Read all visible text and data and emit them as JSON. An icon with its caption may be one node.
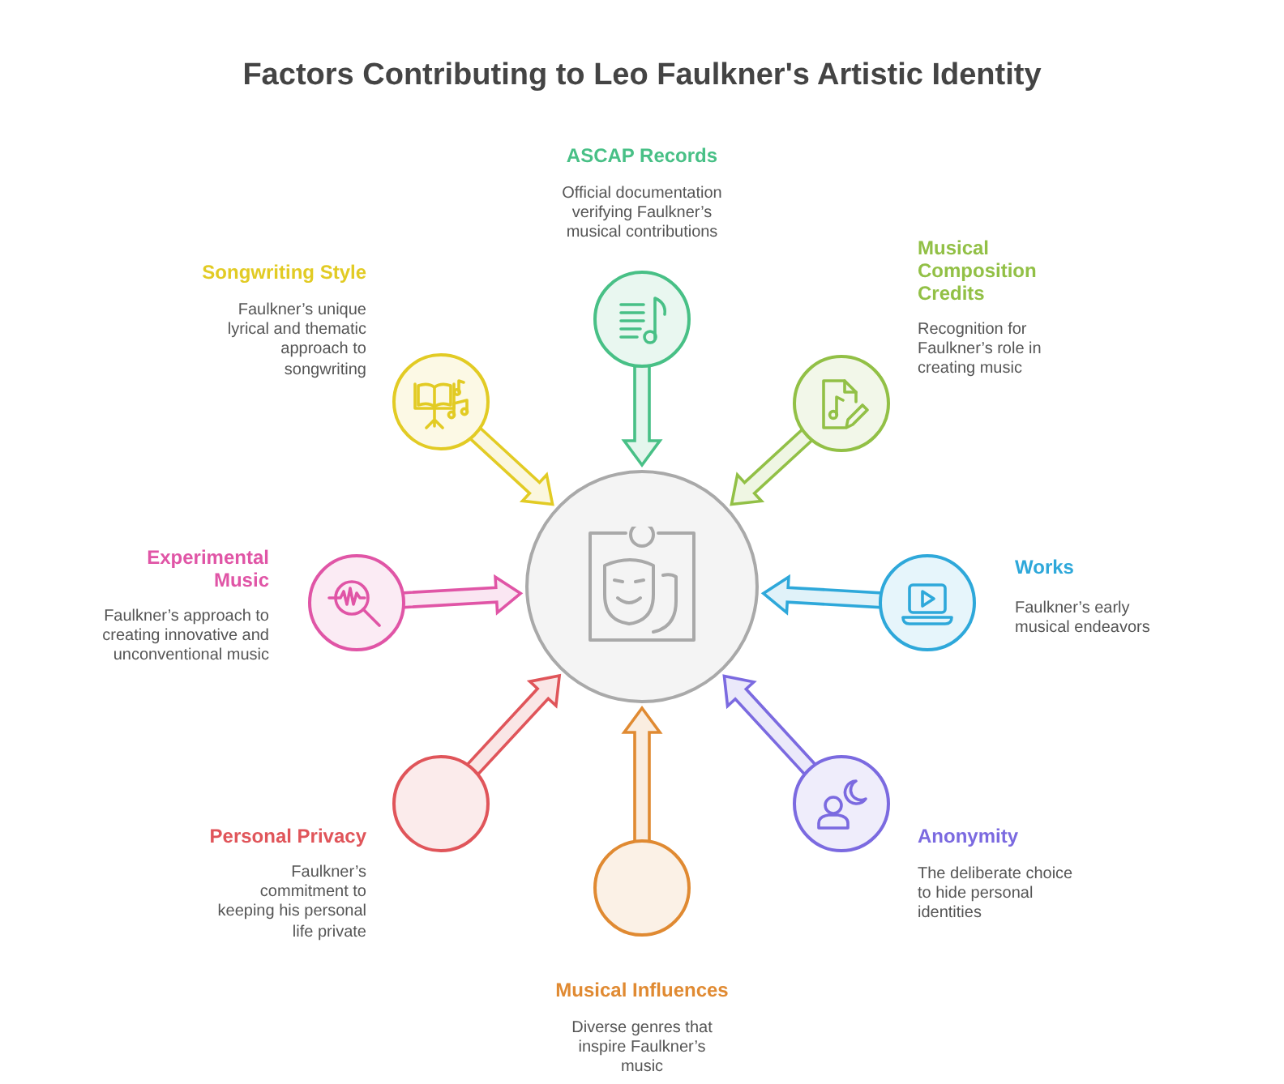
{
  "diagram": {
    "title": "Factors Contributing to Leo Faulkner's Artistic Identity",
    "nodes": [
      {
        "text": [],
        "shape": "circle"
      },
      {
        "text": [],
        "shape": "circle",
        "beside": [
          "ASCAP Records",
          "Official documentation verifying Faulkner’s musical contributions"
        ]
      },
      {
        "text": [],
        "shape": "circle",
        "beside": [
          "Musical Composition Credits",
          "Recognition for Faulkner’s role in creating music"
        ]
      },
      {
        "text": [],
        "shape": "circle",
        "beside": [
          "Works",
          "Faulkner’s early musical endeavors"
        ]
      },
      {
        "text": [],
        "shape": "circle",
        "beside": [
          "Anonymity",
          "The deliberate choice to hide personal identities"
        ]
      },
      {
        "text": [],
        "shape": "circle",
        "beside": [
          "Musical Influences",
          "Diverse genres that inspire Faulkner’s music"
        ]
      },
      {
        "text": [],
        "shape": "circle",
        "beside": [
          "Personal Privacy",
          "Faulkner’s commitment to keeping his personal life private"
        ]
      },
      {
        "text": [],
        "shape": "circle",
        "beside": [
          "Experimental Music",
          "Faulkner’s approach to creating innovative and unconventional music"
        ]
      },
      {
        "text": [],
        "shape": "circle",
        "beside": [
          "Songwriting Style",
          "Faulkner’s unique lyrical and thematic approach to songwriting"
        ]
      }
    ],
    "edges": [
      {
        "from": 1,
        "to": 0,
        "arrow": "to",
        "color": "#48c086"
      },
      {
        "from": 2,
        "to": 0,
        "arrow": "to",
        "color": "#92c046"
      },
      {
        "from": 3,
        "to": 0,
        "arrow": "to",
        "color": "#2ea8da"
      },
      {
        "from": 4,
        "to": 0,
        "arrow": "to",
        "color": "#7b6ae0"
      },
      {
        "from": 5,
        "to": 0,
        "arrow": "to",
        "color": "#e08a32"
      },
      {
        "from": 6,
        "to": 0,
        "arrow": "to",
        "color": "#e0555a"
      },
      {
        "from": 7,
        "to": 0,
        "arrow": "to",
        "color": "#e055a6"
      },
      {
        "from": 8,
        "to": 0,
        "arrow": "to",
        "color": "#e2cb24"
      }
    ]
  }
}
